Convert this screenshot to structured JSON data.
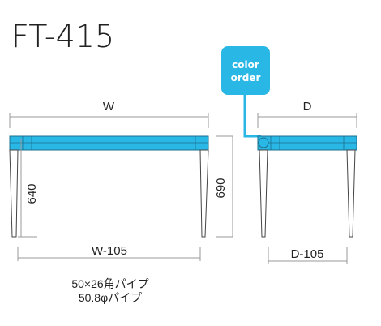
{
  "model": "FT-415",
  "color_order": {
    "line1": "color",
    "line2": "order"
  },
  "colors": {
    "frame": "#29b7e6",
    "frame_stroke": "#1d6f8e",
    "dim_line": "#999999",
    "text": "#222222",
    "badge": "#29b7e6"
  },
  "dimensions": {
    "width": "W",
    "depth": "D",
    "height_inner": "640",
    "height_total": "690",
    "width_inner": "W-105",
    "depth_inner": "D-105"
  },
  "specs": {
    "line1": "50×26角パイプ",
    "line2": "50.8φパイプ"
  }
}
